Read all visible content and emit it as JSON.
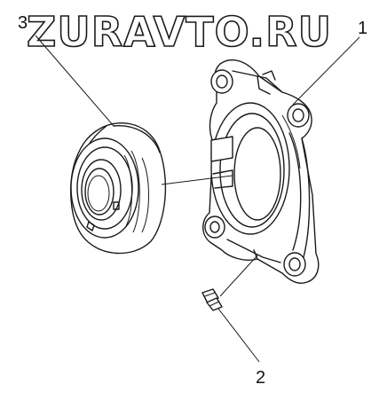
{
  "watermark": {
    "text": "ZURAVTO.RU"
  },
  "callouts": {
    "part1": "1",
    "part2": "2",
    "part3": "3"
  },
  "colors": {
    "line": "#1a1a1a",
    "background": "#ffffff"
  }
}
